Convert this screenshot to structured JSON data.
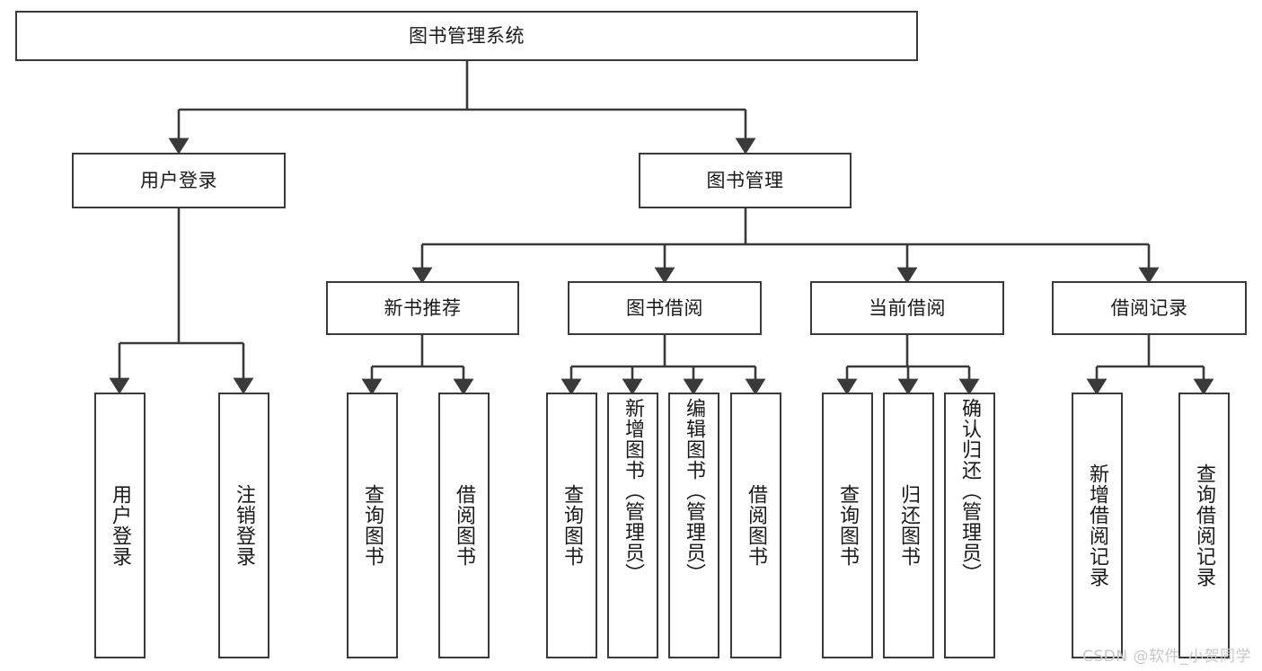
{
  "diagram": {
    "title": "图书管理系统",
    "type": "tree",
    "watermark": "CSDN @软件_小贺同学",
    "colors": {
      "box_border": "#3a3a3a",
      "box_fill": "#ffffff",
      "connector": "#3a3a3a",
      "text": "#1a1a1a",
      "watermark": "#c8c8c8"
    },
    "root": {
      "label": "图书管理系统"
    },
    "level2": [
      {
        "label": "用户登录"
      },
      {
        "label": "图书管理"
      }
    ],
    "level3": [
      {
        "label": "新书推荐"
      },
      {
        "label": "图书借阅"
      },
      {
        "label": "当前借阅"
      },
      {
        "label": "借阅记录"
      }
    ],
    "leaves": {
      "user_login": [
        {
          "label": "用户登录"
        },
        {
          "label": "注销登录"
        }
      ],
      "new_book_recommend": [
        {
          "label": "查询图书"
        },
        {
          "label": "借阅图书"
        }
      ],
      "book_borrow": [
        {
          "label": "查询图书"
        },
        {
          "label": "新增图书（管理员）"
        },
        {
          "label": "编辑图书（管理员）"
        },
        {
          "label": "借阅图书"
        }
      ],
      "current_borrow": [
        {
          "label": "查询图书"
        },
        {
          "label": "归还图书"
        },
        {
          "label": "确认归还（管理员）"
        }
      ],
      "borrow_record": [
        {
          "label": "新增借阅记录"
        },
        {
          "label": "查询借阅记录"
        }
      ]
    }
  }
}
